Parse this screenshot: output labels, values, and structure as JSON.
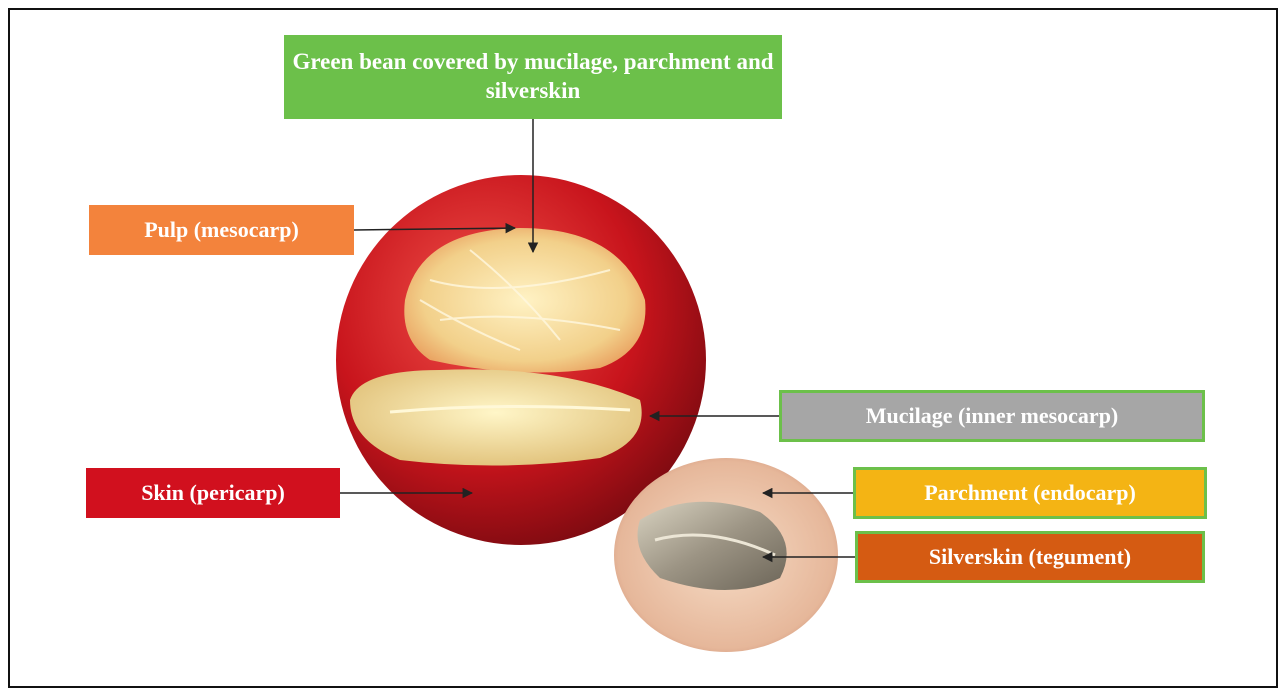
{
  "labels": {
    "green_bean": "Green bean covered by mucilage, parchment and silverskin",
    "pulp": "Pulp (mesocarp)",
    "skin": "Skin (pericarp)",
    "mucilage": "Mucilage (inner mesocarp)",
    "parchment": "Parchment (endocarp)",
    "silverskin": "Silverskin (tegument)"
  },
  "colors": {
    "green_label": "#6cc04a",
    "pulp_label": "#f3833c",
    "skin_label": "#d1101e",
    "mucilage_label": "#a6a6a6",
    "parchment_label": "#f4b414",
    "silverskin_label": "#d55b12"
  }
}
